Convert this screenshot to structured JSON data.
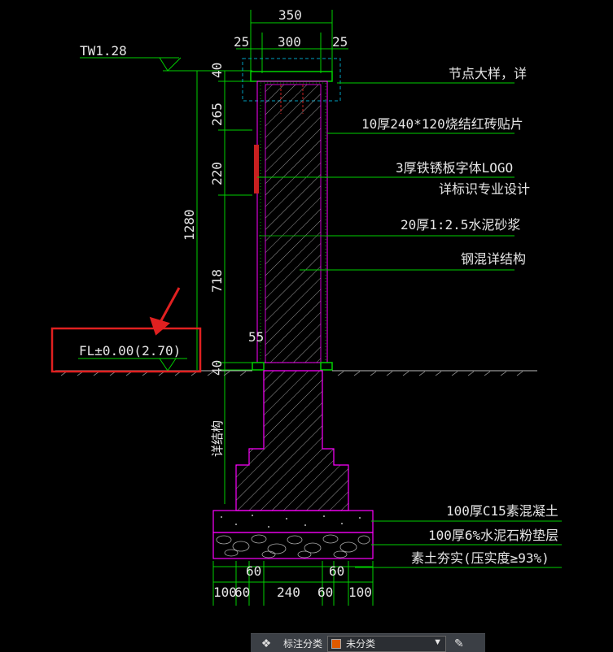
{
  "dimensions": {
    "top_total": "350",
    "top_left": "25",
    "top_mid": "300",
    "top_right": "25",
    "cap": "40",
    "seg1": "265",
    "seg2": "220",
    "seg3": "718",
    "total": "1280",
    "base": "40",
    "gap": "55",
    "bottom_60_left": "60",
    "bottom_60_right": "60",
    "b_100_left": "100",
    "b_60_a": "60",
    "b_240": "240",
    "b_60_b": "60",
    "b_100_right": "100"
  },
  "labels": {
    "tw": "TW1.28",
    "fl": "FL±0.00(2.70)",
    "foundation_note": "详结构",
    "callouts": [
      "节点大样，详",
      "10厚240*120烧结红砖贴片",
      "3厚铁锈板字体LOGO",
      "详标识专业设计",
      "20厚1:2.5水泥砂浆",
      "钢混详结构",
      "100厚C15素混凝土",
      "100厚6%水泥石粉垫层",
      "素土夯实(压实度≥93%)"
    ]
  },
  "toolbar": {
    "label": "标注分类",
    "value": "未分类",
    "swatch_color": "#e05a00"
  },
  "colors": {
    "dim": "#00d000",
    "wall": "#ff00ff",
    "text": "#e6e6e6",
    "highlight": "#e02020",
    "cyan": "#00a0c0"
  }
}
